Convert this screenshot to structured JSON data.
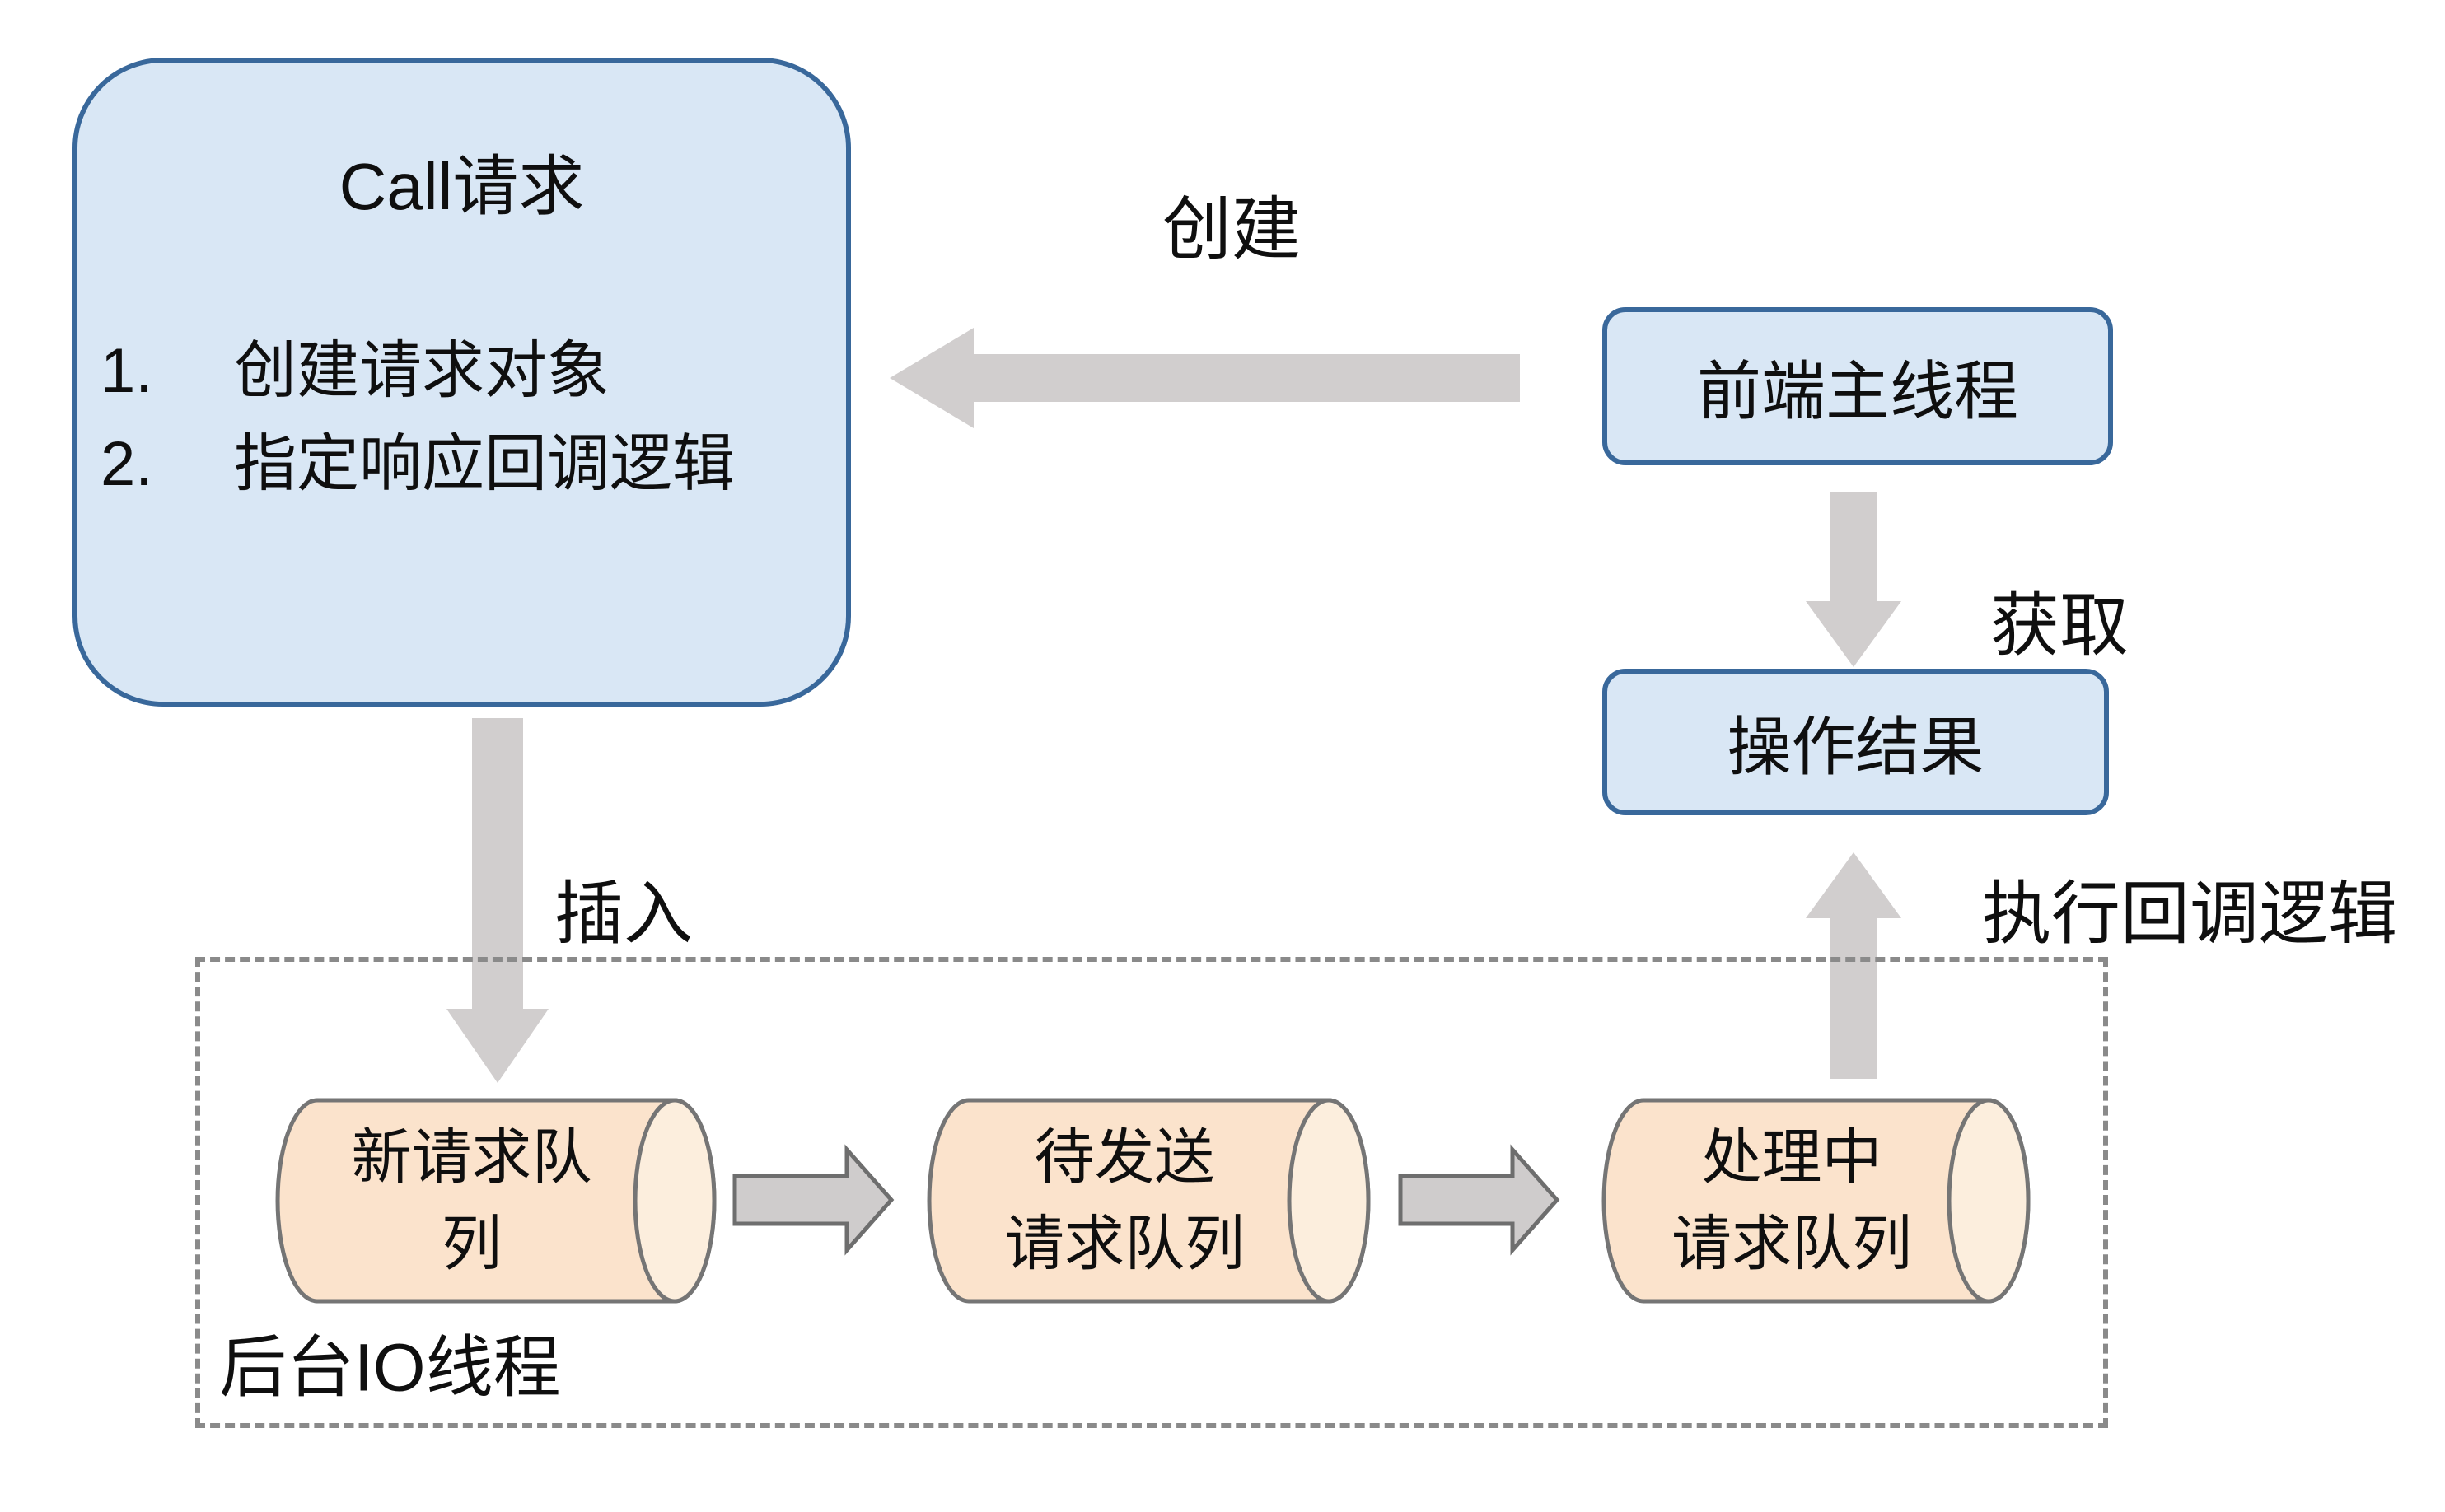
{
  "diagram": {
    "call_box": {
      "title": "Call请求",
      "items": [
        {
          "num": "1.",
          "text": "创建请求对象"
        },
        {
          "num": "2.",
          "text": "指定响应回调逻辑"
        }
      ]
    },
    "front_thread_box": {
      "label": "前端主线程"
    },
    "result_box": {
      "label": "操作结果"
    },
    "labels": {
      "create": "创建",
      "get": "获取",
      "insert": "插入",
      "execute_callback": "执行回调逻辑",
      "background_io": "后台IO线程"
    },
    "queues": [
      {
        "lines": [
          "新请求队",
          "列"
        ]
      },
      {
        "lines": [
          "待发送",
          "请求队列"
        ]
      },
      {
        "lines": [
          "处理中",
          "请求队列"
        ]
      }
    ],
    "colors": {
      "box_fill": "#D9E7F5",
      "box_border": "#39689B",
      "arrow_fill": "#D1CECE",
      "small_arrow_fill": "#CFCCCC",
      "small_arrow_border": "#6E6E6E",
      "cylinder_fill": "#FBE3CC",
      "cylinder_cap": "#FCEEDD",
      "cylinder_border": "#757575",
      "dashed_border": "#8A8A8A",
      "text": "#0F0F0F",
      "background": "#FFFFFF"
    }
  }
}
